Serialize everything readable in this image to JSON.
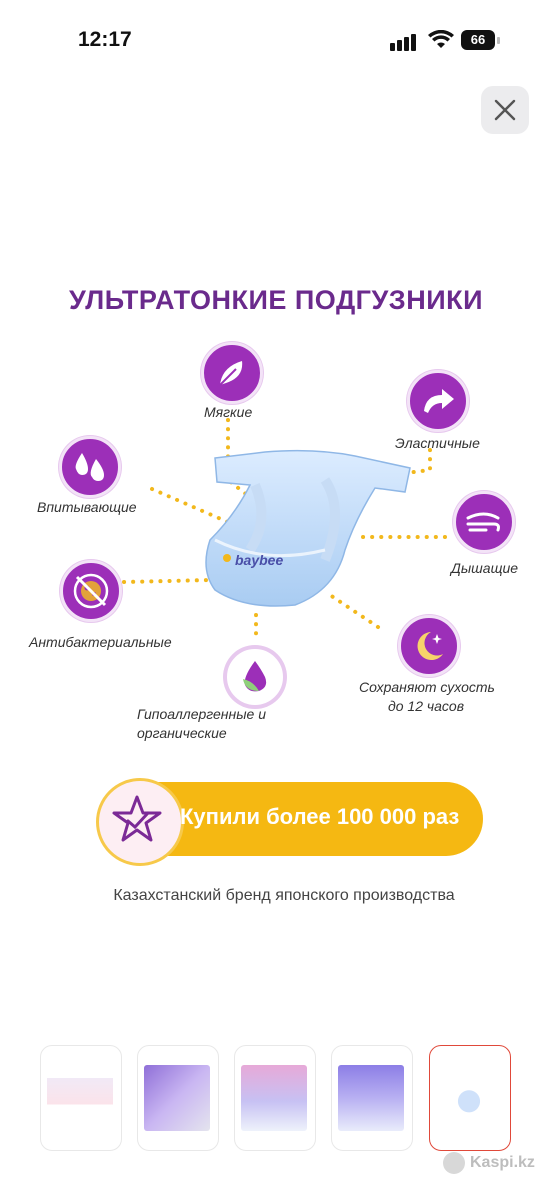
{
  "status_bar": {
    "time": "12:17",
    "battery": "66"
  },
  "product_image": {
    "title": "УЛЬТРАТОНКИЕ ПОДГУЗНИКИ",
    "brand_logo": "baybee",
    "features": [
      {
        "label": "Мягкие",
        "icon": "feather-icon"
      },
      {
        "label": "Эластичные",
        "icon": "stretch-arrow-icon"
      },
      {
        "label": "Впитывающие",
        "icon": "drops-icon"
      },
      {
        "label": "Дышащие",
        "icon": "wind-icon"
      },
      {
        "label": "Антибактериальные",
        "icon": "no-bacteria-icon"
      },
      {
        "label": "Гипоаллергенные и",
        "label2": "органические",
        "icon": "leaf-drop-icon"
      },
      {
        "label": "Сохраняют сухость",
        "label2": "до 12 часов",
        "icon": "moon-stars-icon"
      }
    ],
    "badge_text": "Купили более 100 000 раз",
    "subtitle": "Казахстанский бренд японского производства"
  },
  "thumbnails": [
    {
      "name": "thumb-1",
      "active": false
    },
    {
      "name": "thumb-2",
      "active": false
    },
    {
      "name": "thumb-3",
      "active": false
    },
    {
      "name": "thumb-4",
      "active": false
    },
    {
      "name": "thumb-5",
      "active": true
    }
  ],
  "watermark": "Kaspi.kz",
  "colors": {
    "accent_purple": "#9c2fb8",
    "title_purple": "#6a2a8c",
    "badge_yellow": "#f5b812",
    "active_border": "#e0493a"
  }
}
